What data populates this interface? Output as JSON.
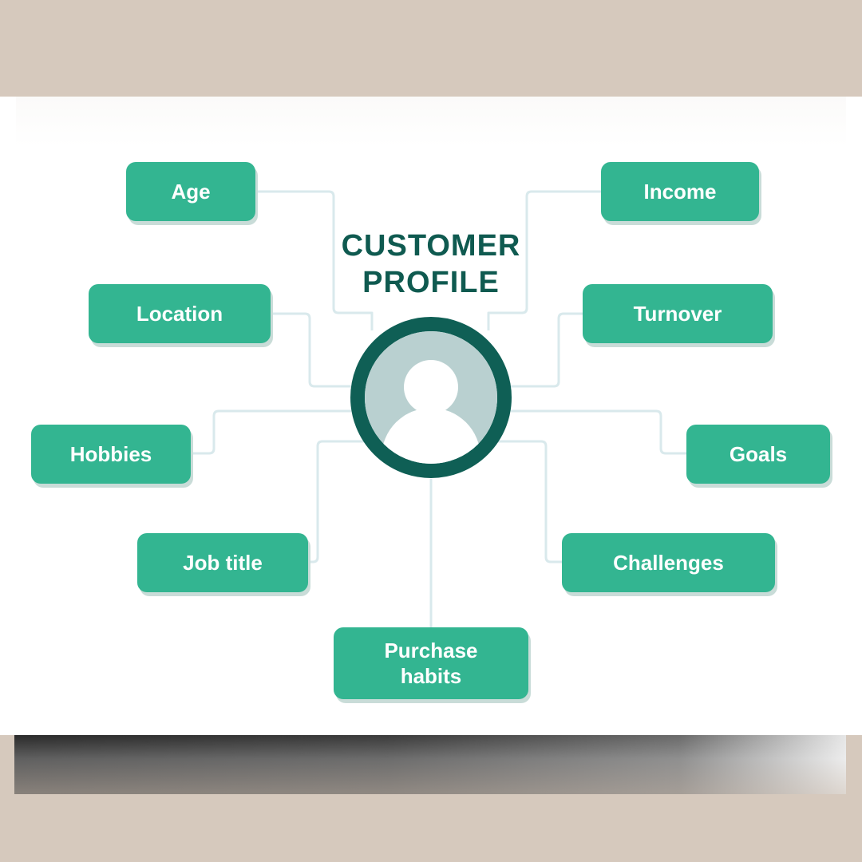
{
  "title": {
    "line1": "CUSTOMER",
    "line2": "PROFILE"
  },
  "nodes": {
    "age": "Age",
    "income": "Income",
    "location": "Location",
    "turnover": "Turnover",
    "hobbies": "Hobbies",
    "goals": "Goals",
    "job_title": "Job title",
    "challenges": "Challenges",
    "purchase_habits_line1": "Purchase",
    "purchase_habits_line2": "habits"
  },
  "icons": {
    "center": "user-avatar-icon"
  },
  "colors": {
    "node_fill": "#33b591",
    "title": "#0f5a50",
    "avatar_ring": "#0f5f55",
    "avatar_bg": "#b9d0d0",
    "connector": "#d9e9ec",
    "page_bg": "#d6c9bd"
  }
}
